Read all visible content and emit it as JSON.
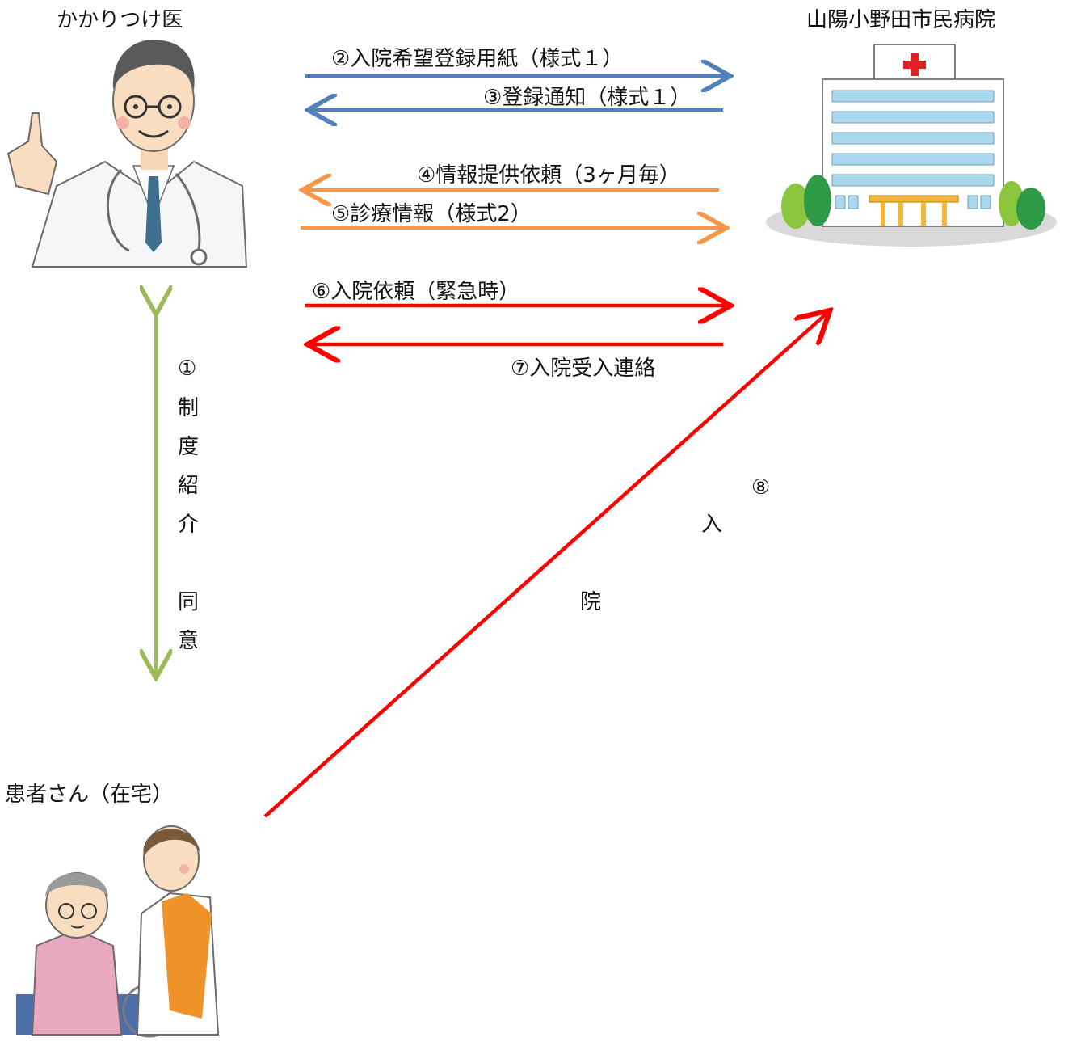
{
  "actors": {
    "doctor": "かかりつけ医",
    "hospital": "山陽小野田市民病院",
    "patient": "患者さん（在宅）"
  },
  "flows": [
    {
      "label": "②入院希望登録用紙（様式１）",
      "color": "#4f81bd"
    },
    {
      "label": "③登録通知（様式１）",
      "color": "#4f81bd"
    },
    {
      "label": "④情報提供依頼（3ヶ月毎）",
      "color": "#f79646"
    },
    {
      "label": "⑤診療情報（様式2）",
      "color": "#f79646"
    },
    {
      "label": "⑥入院依頼（緊急時）",
      "color": "#ff0000"
    },
    {
      "label": "⑦入院受入連絡",
      "color": "#ff0000"
    }
  ],
  "consent": {
    "chars": [
      "①",
      "制",
      "度",
      "紹",
      "介",
      "同",
      "意"
    ],
    "color": "#9bbb59"
  },
  "admission": {
    "chars": [
      "⑧",
      "入",
      "院"
    ],
    "color": "#ff0000"
  }
}
